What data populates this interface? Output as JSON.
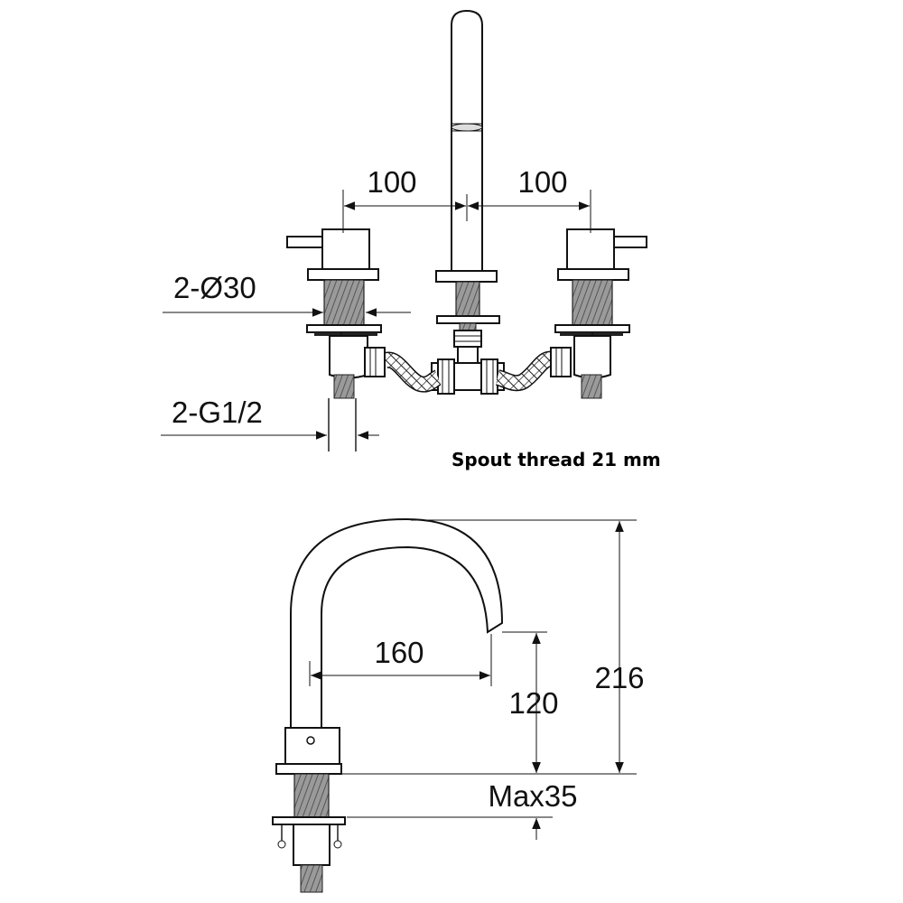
{
  "top_view": {
    "dim_left": "100",
    "dim_right": "100",
    "dim_diameter": "2-Ø30",
    "dim_thread": "2-G1/2"
  },
  "note": "Spout thread 21 mm",
  "side_view": {
    "dim_reach": "160",
    "dim_outlet_height": "120",
    "dim_total_height": "216",
    "dim_deck_thickness": "Max35"
  }
}
